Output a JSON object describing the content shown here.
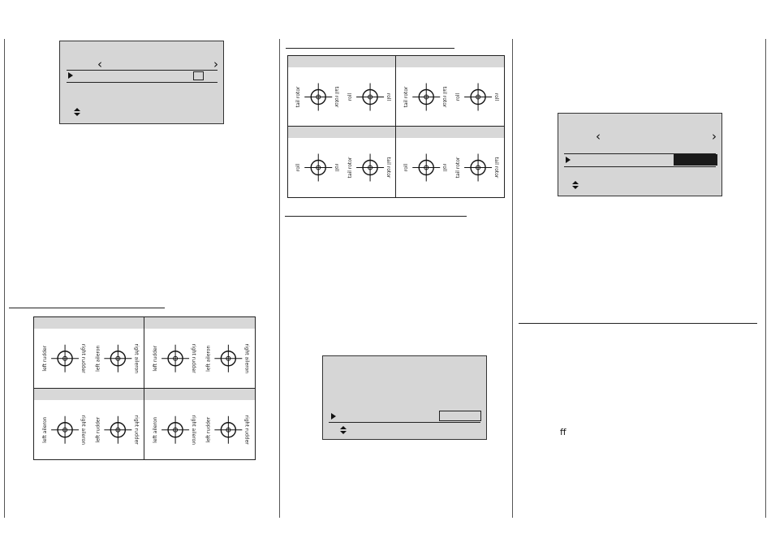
{
  "note_text": "ff",
  "left_grid": {
    "cells": [
      {
        "labels": [
          "left rudder",
          "right rudder",
          "left aileron",
          "right aileron"
        ]
      },
      {
        "labels": [
          "left rudder",
          "right rudder",
          "left aileron",
          "right aileron"
        ]
      },
      {
        "labels": [
          "left aileron",
          "right aileron",
          "left rudder",
          "right rudder"
        ]
      },
      {
        "labels": [
          "left aileron",
          "right aileron",
          "left rudder",
          "right rudder"
        ]
      }
    ]
  },
  "middle_grid": {
    "cells": [
      {
        "labels": [
          "tail rotor",
          "tail rotor",
          "roll",
          "roll"
        ]
      },
      {
        "labels": [
          "tail rotor",
          "tail rotor",
          "roll",
          "roll"
        ]
      },
      {
        "labels": [
          "roll",
          "roll",
          "tail rotor",
          "tail rotor"
        ]
      },
      {
        "labels": [
          "roll",
          "roll",
          "tail rotor",
          "tail rotor"
        ]
      }
    ]
  }
}
